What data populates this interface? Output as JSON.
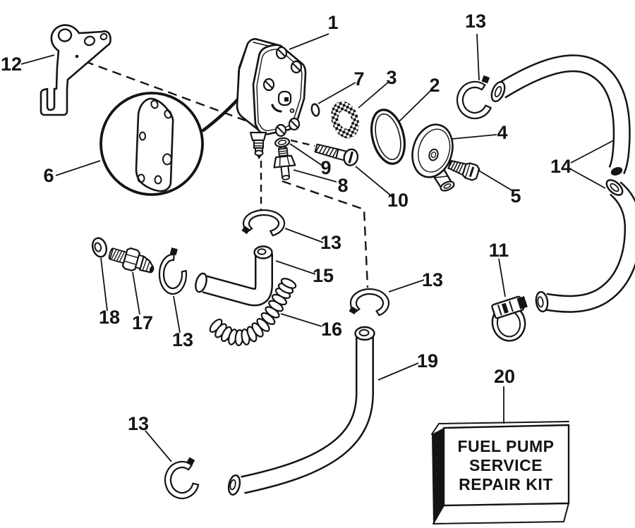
{
  "diagram": {
    "kind": "exploded-parts-diagram",
    "subject": "fuel pump assembly",
    "ink_color": "#141414",
    "background_color": "#ffffff"
  },
  "labels": [
    "1",
    "12",
    "13",
    "7",
    "3",
    "2",
    "4",
    "14",
    "5",
    "6",
    "9",
    "8",
    "10",
    "13",
    "15",
    "13",
    "11",
    "16",
    "17",
    "18",
    "13",
    "19",
    "13",
    "20"
  ],
  "kit_box": {
    "line1": "FUEL PUMP",
    "line2": "SERVICE",
    "line3": "REPAIR KIT"
  }
}
